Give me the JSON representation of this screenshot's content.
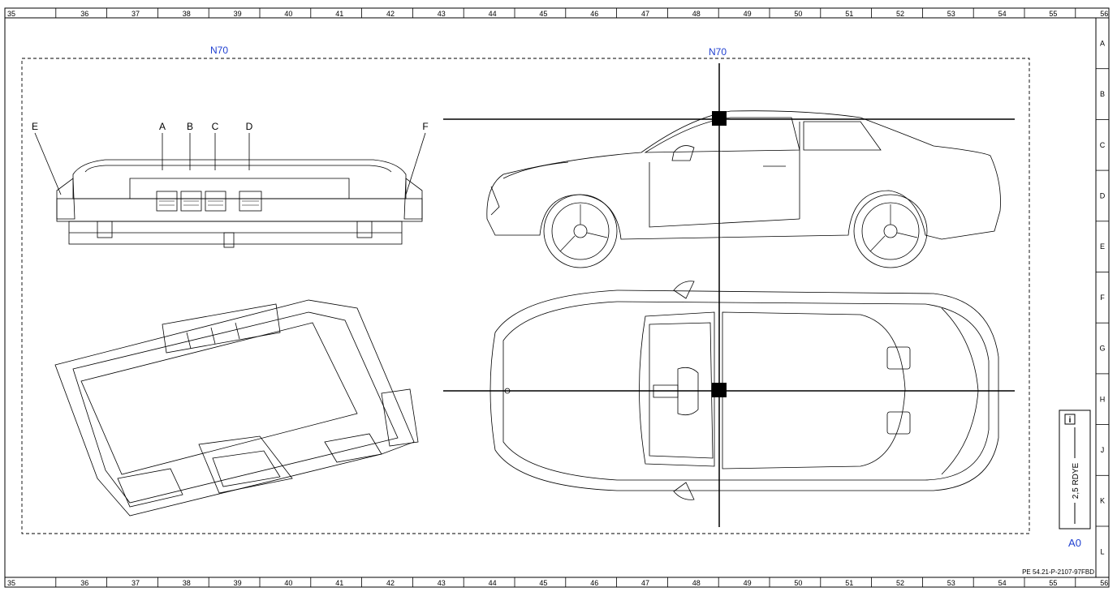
{
  "columns": [
    "35",
    "36",
    "37",
    "38",
    "39",
    "40",
    "41",
    "42",
    "43",
    "44",
    "45",
    "46",
    "47",
    "48",
    "49",
    "50",
    "51",
    "52",
    "53",
    "54",
    "55",
    "56"
  ],
  "rows": [
    "A",
    "B",
    "C",
    "D",
    "E",
    "F",
    "G",
    "H",
    "J",
    "K",
    "L"
  ],
  "component_label_left": "N70",
  "component_label_right": "N70",
  "connector_labels": [
    "E",
    "A",
    "B",
    "C",
    "D",
    "F"
  ],
  "info_box": {
    "icon": "info-icon",
    "wire": "2,5 RDYE",
    "ground": "A0"
  },
  "document_id": "PE 54.21-P-2107-97FBD",
  "colors": {
    "label_blue": "#1f3fd0",
    "lines": "#000000"
  }
}
